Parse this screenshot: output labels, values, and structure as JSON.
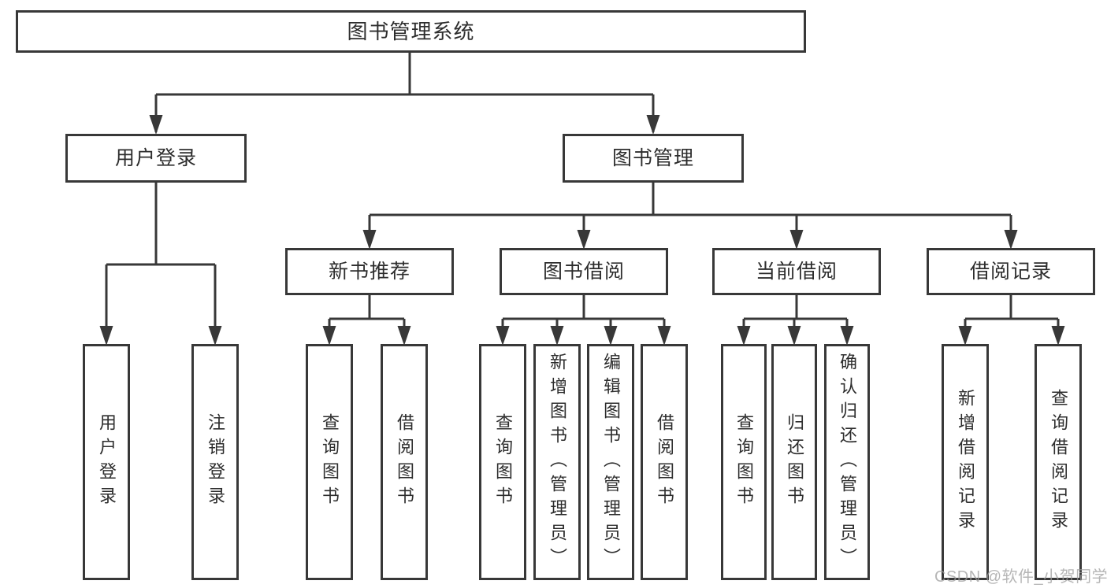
{
  "diagram": {
    "root": {
      "label": "图书管理系统"
    },
    "branches": [
      {
        "label": "用户登录",
        "children": [
          {
            "label": "用户登录"
          },
          {
            "label": "注销登录"
          }
        ]
      },
      {
        "label": "图书管理",
        "children": [
          {
            "label": "新书推荐",
            "children": [
              {
                "label": "查询图书"
              },
              {
                "label": "借阅图书"
              }
            ]
          },
          {
            "label": "图书借阅",
            "children": [
              {
                "label": "查询图书"
              },
              {
                "label": "新增图书（管理员）"
              },
              {
                "label": "编辑图书（管理员）"
              },
              {
                "label": "借阅图书"
              }
            ]
          },
          {
            "label": "当前借阅",
            "children": [
              {
                "label": "查询图书"
              },
              {
                "label": "归还图书"
              },
              {
                "label": "确认归还（管理员）"
              }
            ]
          },
          {
            "label": "借阅记录",
            "children": [
              {
                "label": "新增借阅记录"
              },
              {
                "label": "查询借阅记录"
              }
            ]
          }
        ]
      }
    ]
  },
  "watermark": {
    "text": "CSDN @软件_小贺同学"
  },
  "colors": {
    "line": "#383838",
    "box_border": "#383838",
    "text": "#2d2d2d",
    "background": "#ffffff",
    "watermark": "#9e9e9e"
  }
}
